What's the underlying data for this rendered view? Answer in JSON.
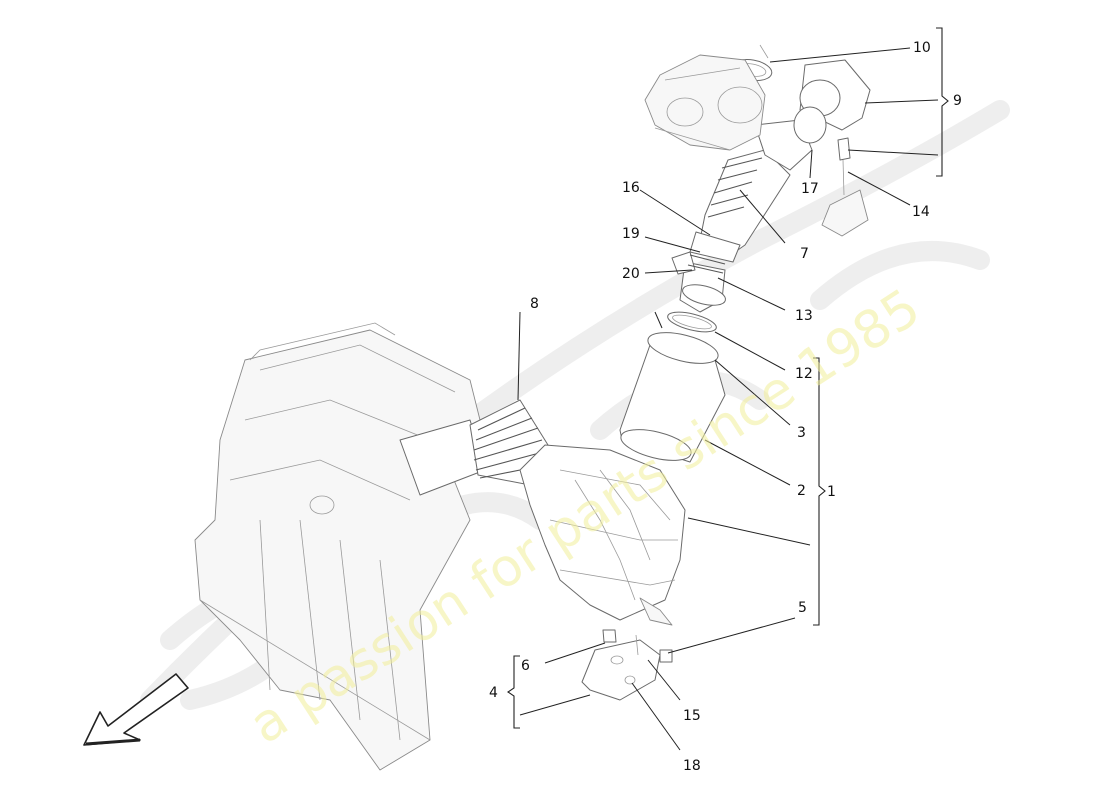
{
  "watermark": {
    "tagline": "a passion for parts since 1985",
    "color": "#f2ef9a"
  },
  "direction_arrow": {
    "icon": "front-direction-arrow-icon"
  },
  "callouts": [
    {
      "id": "c1",
      "number": "1"
    },
    {
      "id": "c2",
      "number": "2"
    },
    {
      "id": "c3",
      "number": "3"
    },
    {
      "id": "c4",
      "number": "4"
    },
    {
      "id": "c5",
      "number": "5"
    },
    {
      "id": "c6",
      "number": "6"
    },
    {
      "id": "c7",
      "number": "7"
    },
    {
      "id": "c8",
      "number": "8"
    },
    {
      "id": "c9",
      "number": "9"
    },
    {
      "id": "c10",
      "number": "10"
    },
    {
      "id": "c12",
      "number": "12"
    },
    {
      "id": "c13",
      "number": "13"
    },
    {
      "id": "c14",
      "number": "14"
    },
    {
      "id": "c15",
      "number": "15"
    },
    {
      "id": "c16",
      "number": "16"
    },
    {
      "id": "c17",
      "number": "17"
    },
    {
      "id": "c18",
      "number": "18"
    },
    {
      "id": "c19",
      "number": "19"
    },
    {
      "id": "c20",
      "number": "20"
    }
  ]
}
